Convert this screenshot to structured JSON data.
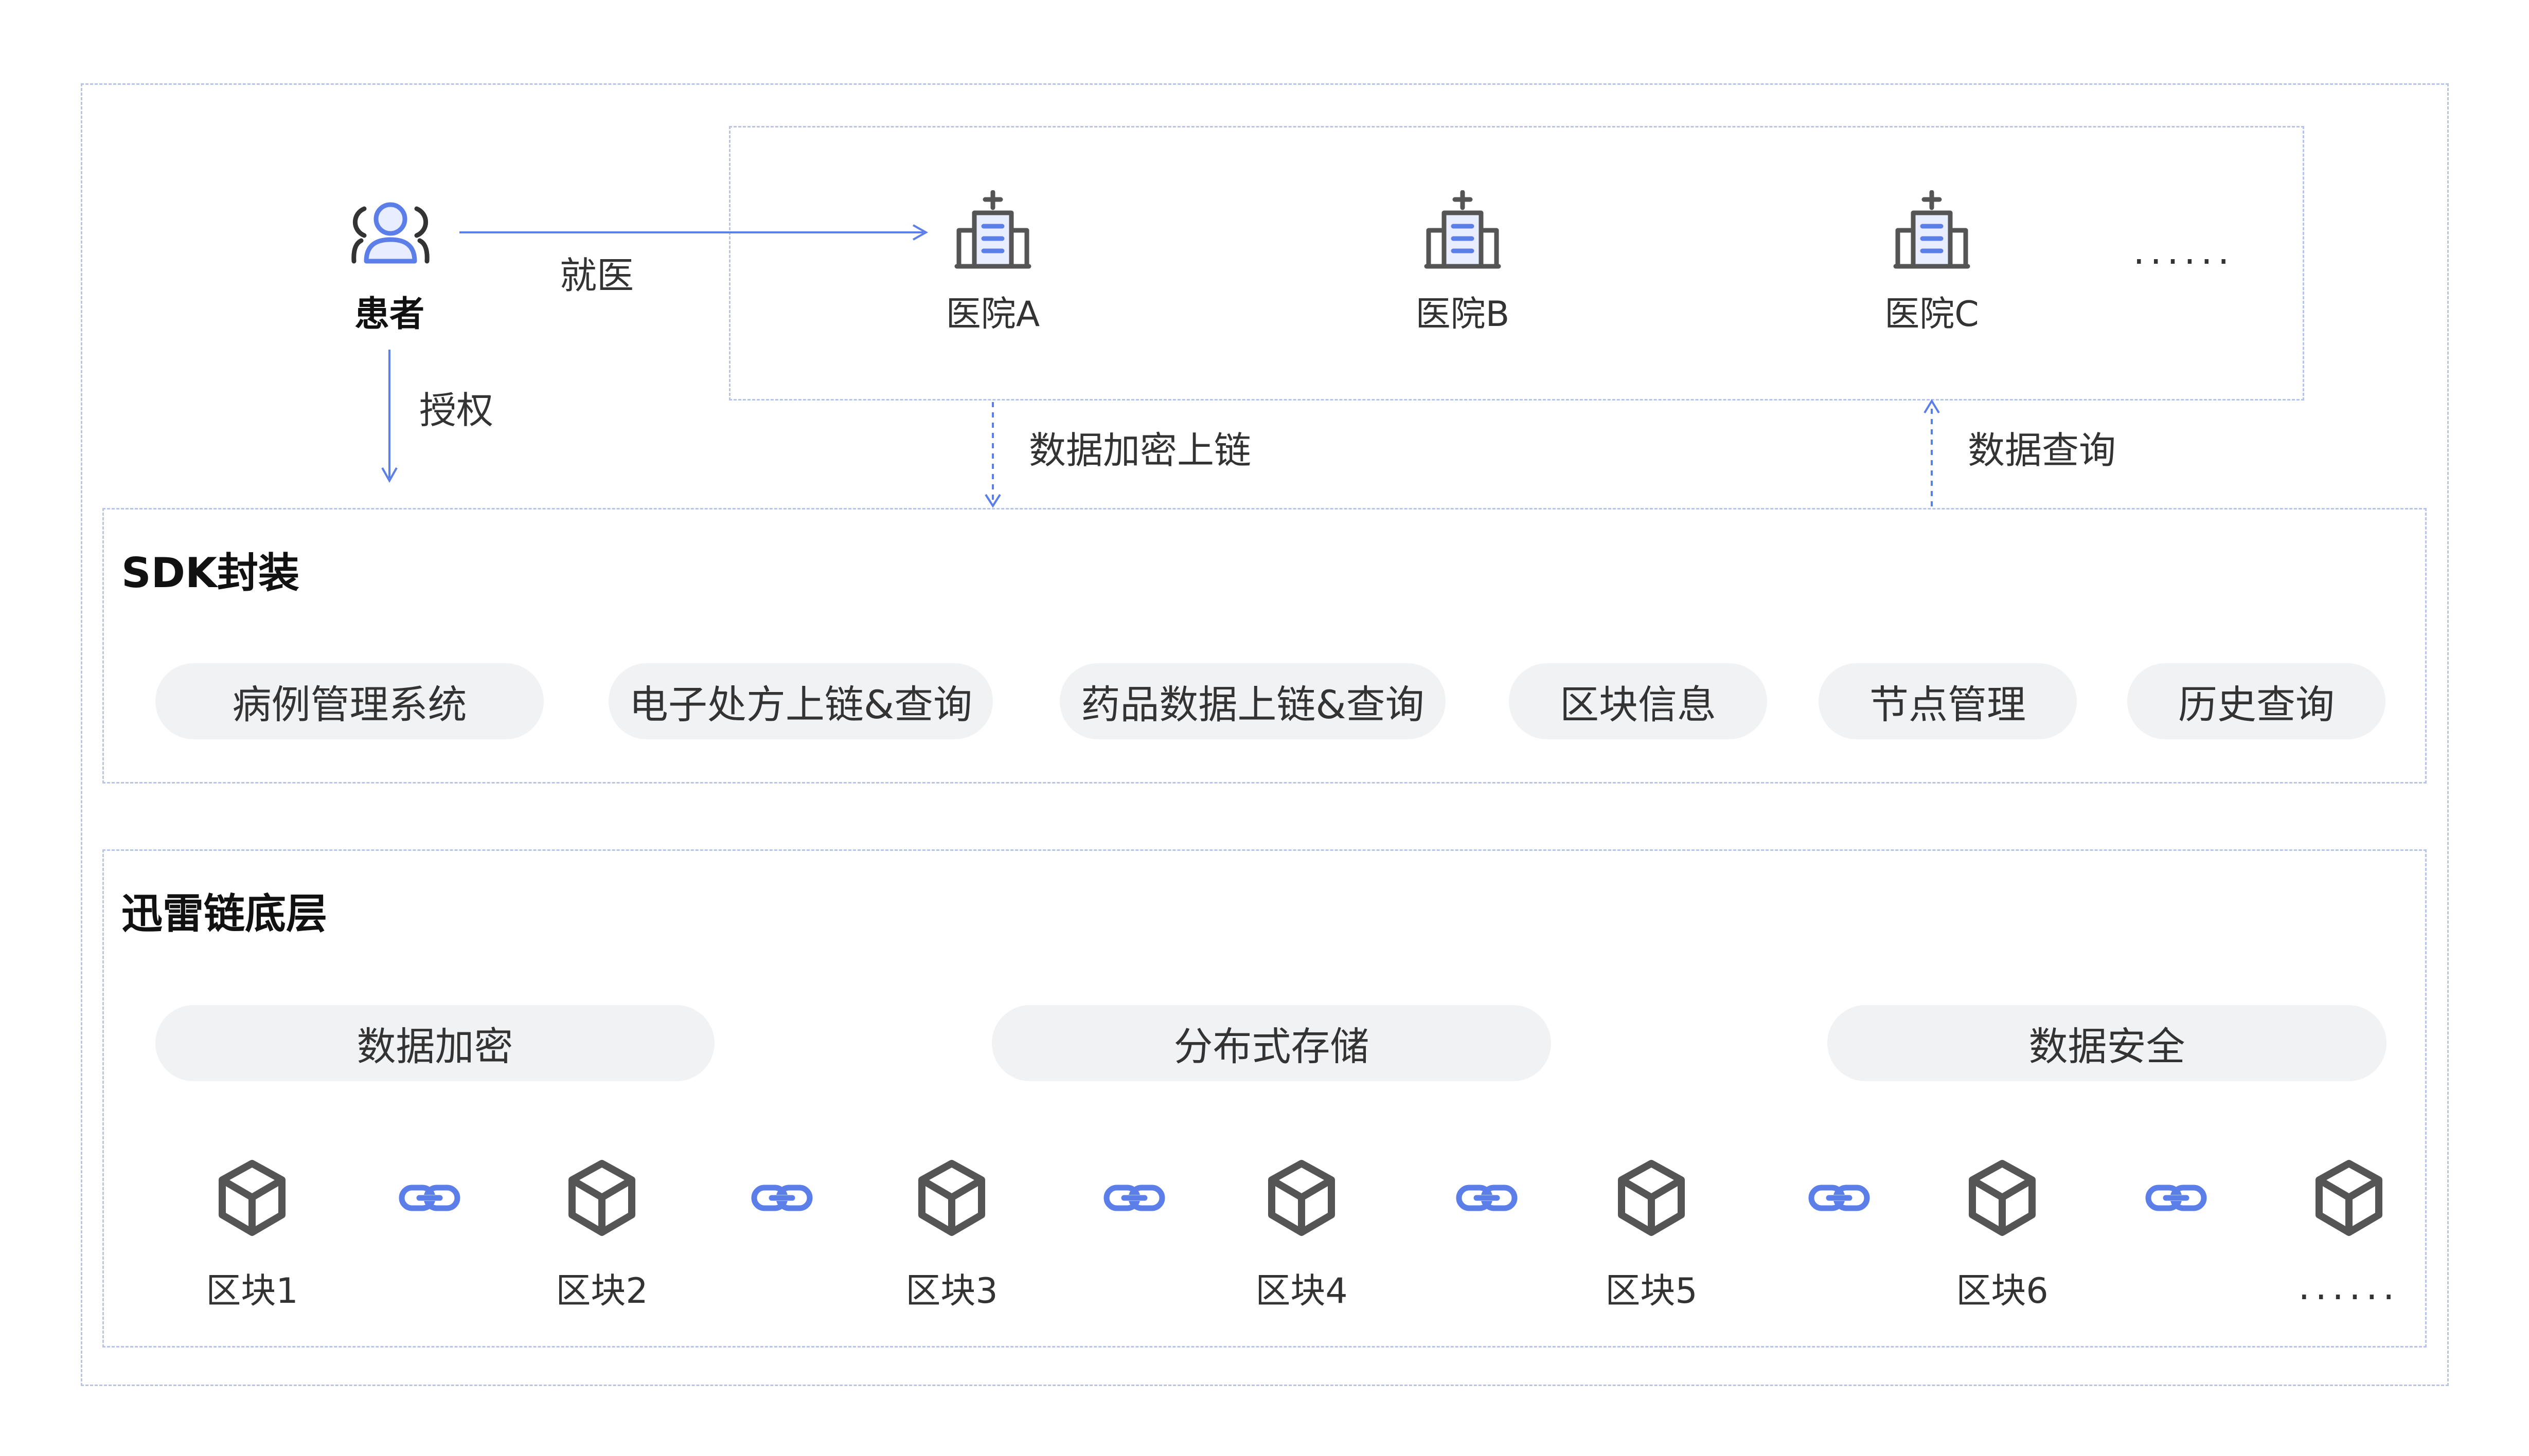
{
  "patient": {
    "label": "患者"
  },
  "flow": {
    "visit": "就医",
    "authorize": "授权",
    "encrypt_upload": "数据加密上链",
    "query": "数据查询"
  },
  "hospitals": [
    {
      "label": "医院A"
    },
    {
      "label": "医院B"
    },
    {
      "label": "医院C"
    }
  ],
  "hospital_more": "......",
  "sdk": {
    "title": "SDK封装",
    "modules": [
      {
        "label": "病例管理系统"
      },
      {
        "label": "电子处方上链&查询"
      },
      {
        "label": "药品数据上链&查询"
      },
      {
        "label": "区块信息"
      },
      {
        "label": "节点管理"
      },
      {
        "label": "历史查询"
      }
    ]
  },
  "chain": {
    "title": "迅雷链底层",
    "features": [
      {
        "label": "数据加密"
      },
      {
        "label": "分布式存储"
      },
      {
        "label": "数据安全"
      }
    ],
    "blocks": [
      {
        "label": "区块1"
      },
      {
        "label": "区块2"
      },
      {
        "label": "区块3"
      },
      {
        "label": "区块4"
      },
      {
        "label": "区块5"
      },
      {
        "label": "区块6"
      }
    ],
    "more": "......"
  },
  "colors": {
    "accent": "#5b7ee8",
    "frame": "#b8c4e8",
    "pill": "#f1f2f4",
    "icon_gray": "#555555"
  }
}
